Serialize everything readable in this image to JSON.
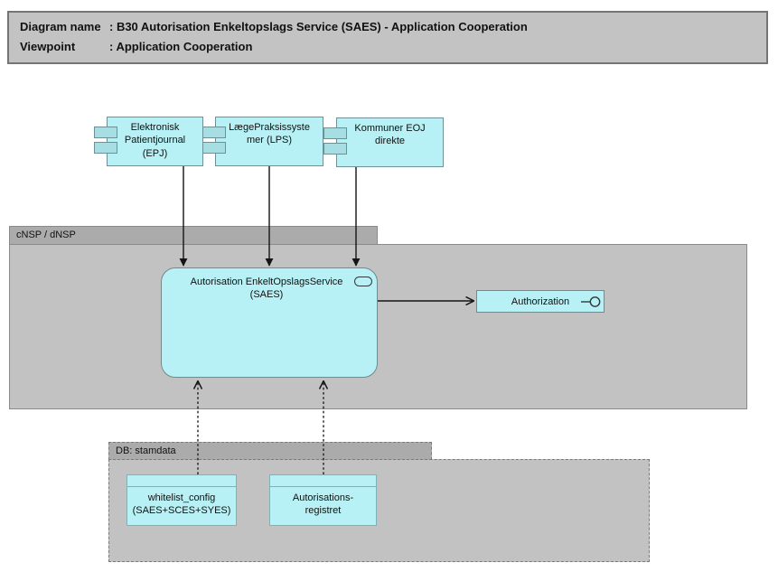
{
  "title": {
    "rows": [
      {
        "label": "Diagram name",
        "value": ": B30 Autorisation Enkeltopslags Service (SAES) - Application Cooperation"
      },
      {
        "label": "Viewpoint",
        "value": ": Application Cooperation"
      }
    ]
  },
  "components": [
    {
      "label": "Elektronisk\nPatientjournal\n(EPJ)"
    },
    {
      "label": "LægePraksissyste\nmer (LPS)"
    },
    {
      "label": "Kommuner EOJ\ndirekte"
    }
  ],
  "groups": {
    "cnsp": {
      "label": "cNSP / dNSP"
    },
    "db": {
      "label": "DB: stamdata"
    }
  },
  "saes": {
    "label": "Autorisation EnkeltOpslagsService\n(SAES)"
  },
  "authorization": {
    "label": "Authorization"
  },
  "db_tables": [
    {
      "label": "whitelist_config\n(SAES+SCES+SYES)"
    },
    {
      "label": "Autorisations-\nregistret"
    }
  ],
  "colors": {
    "node_fill": "#b7f1f5",
    "node_border": "#6e9198",
    "component_icon_fill": "#a6dee3",
    "group_tab_fill": "#ababab",
    "group_body_fill": "#c2c2c2",
    "title_fill": "#c3c3c3",
    "connector": "#141414"
  }
}
